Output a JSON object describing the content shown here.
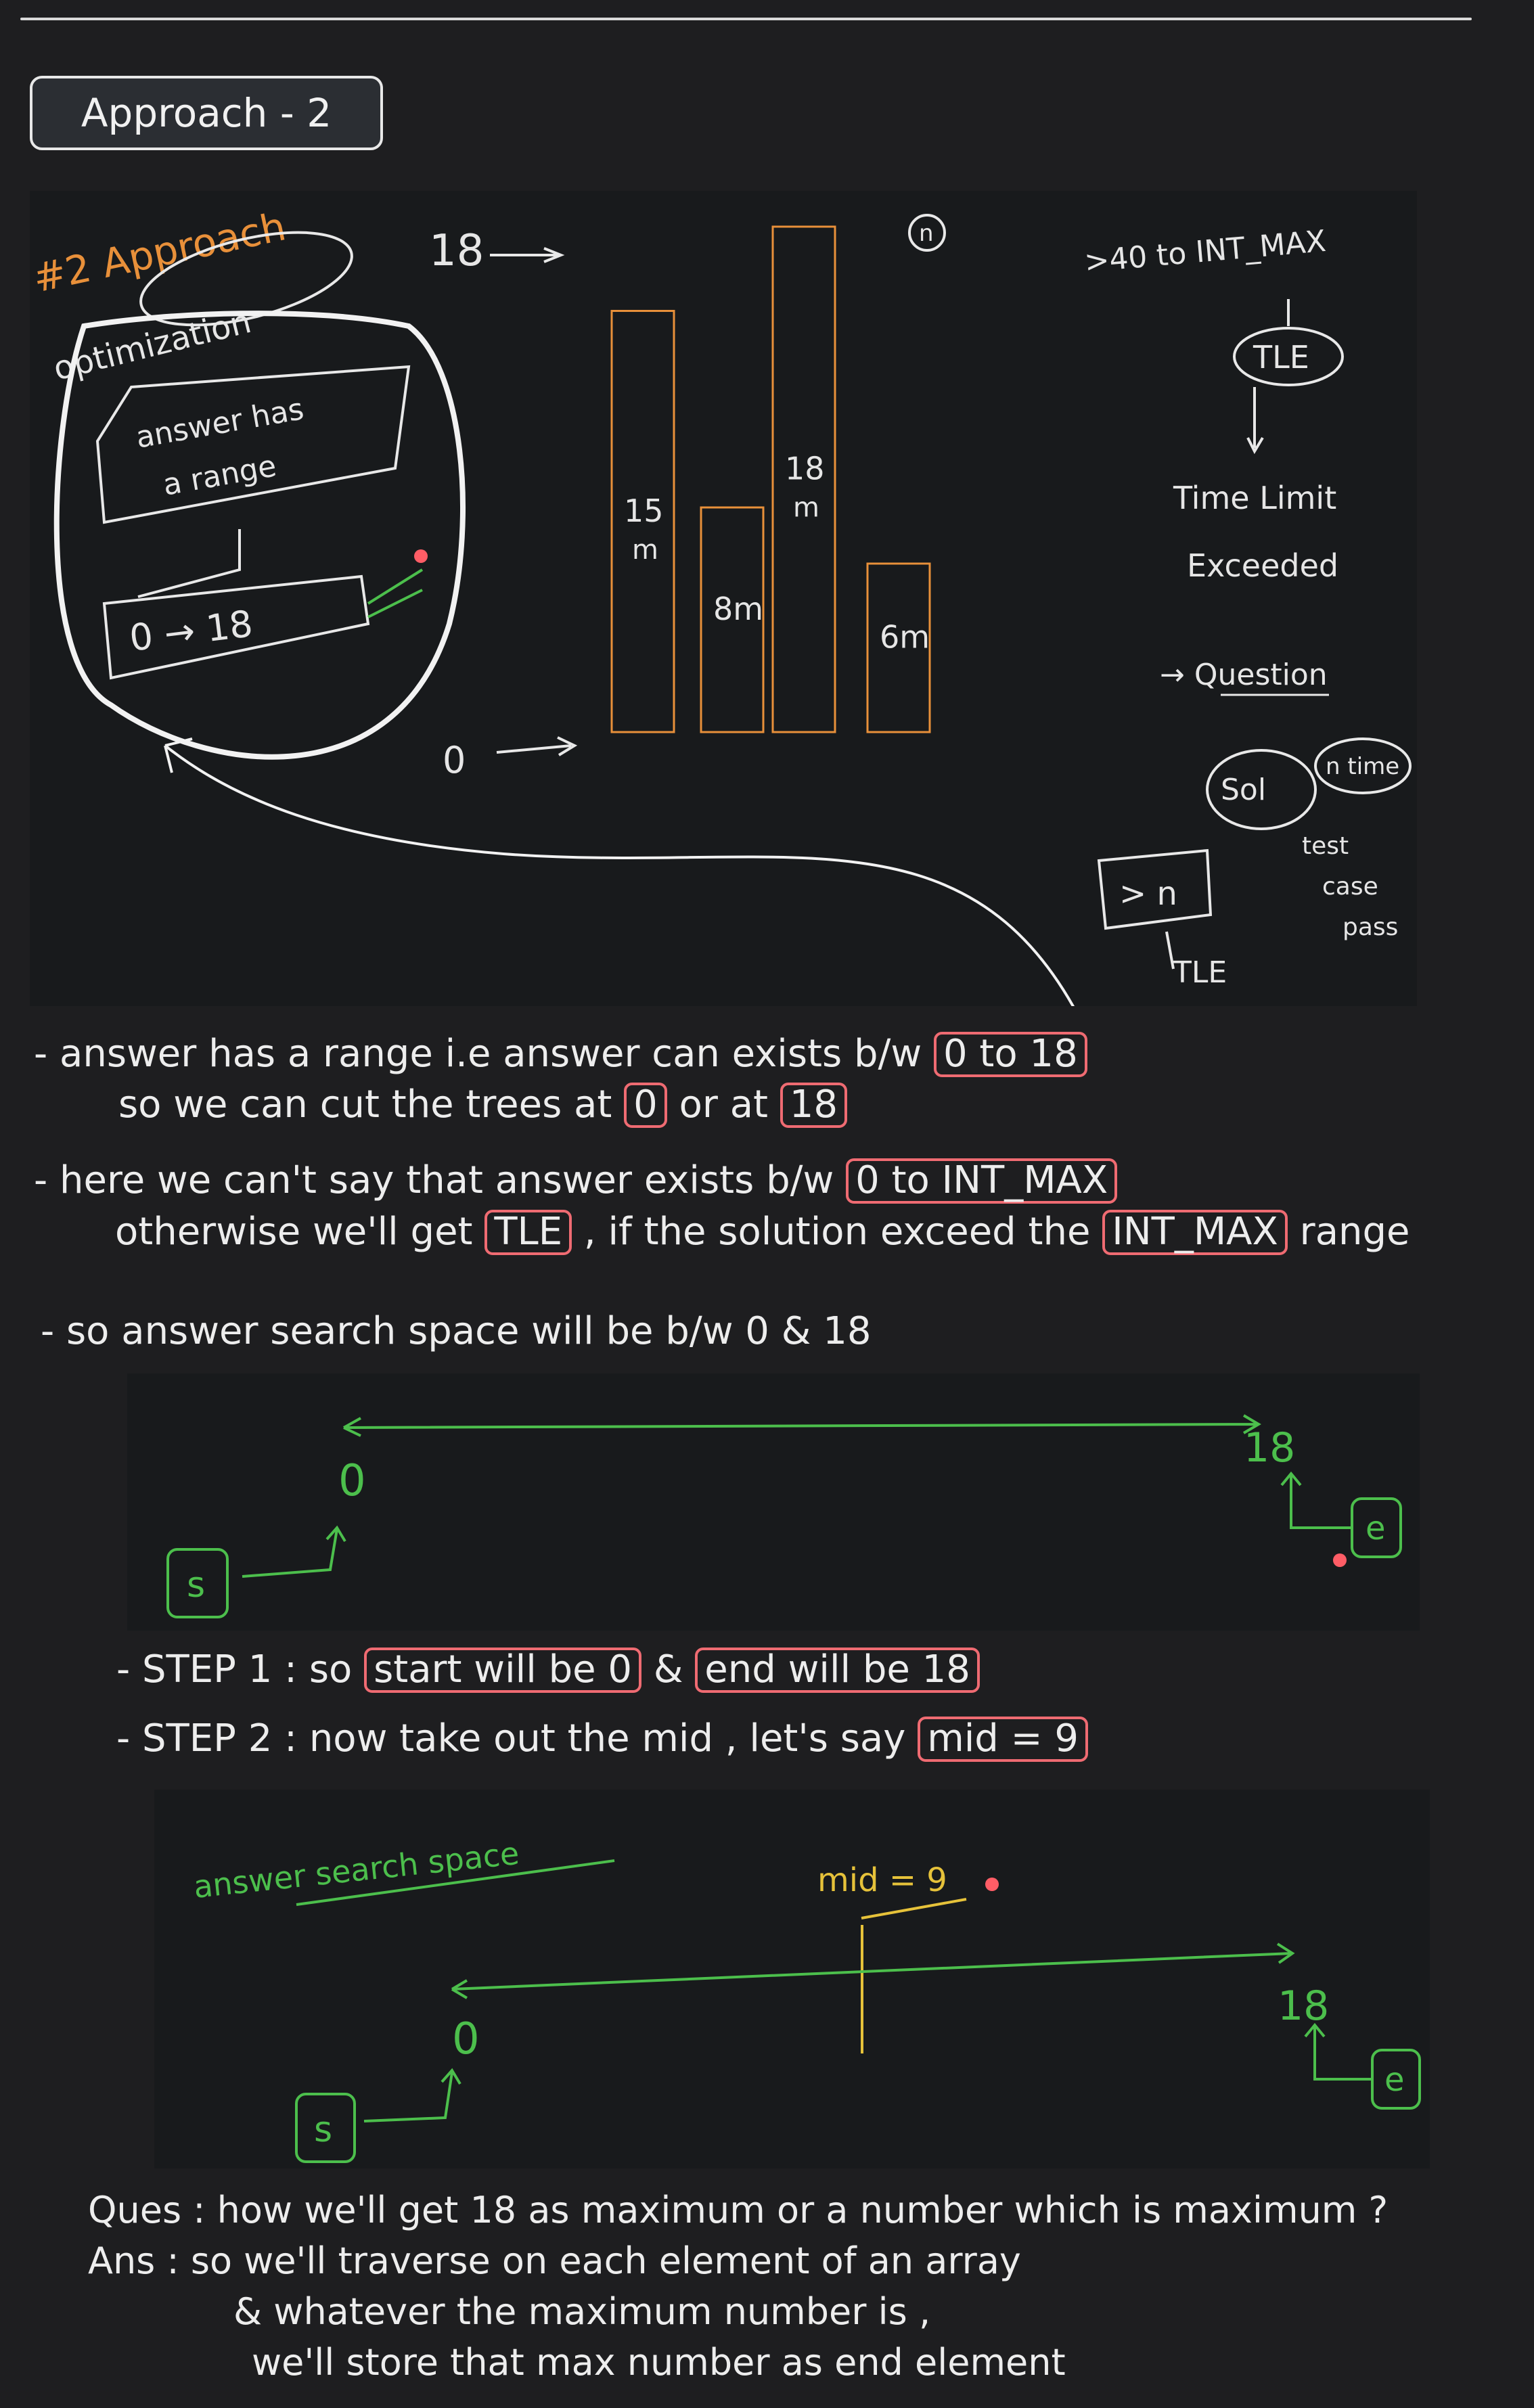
{
  "header": {
    "title": "Approach - 2"
  },
  "diagram1": {
    "approach_note": "#2 Approach",
    "optimization": "optimization",
    "range_box": [
      "answer has",
      "a range"
    ],
    "range_value": "0 → 18",
    "top_arrow_label": "18",
    "bottom_arrow_label": "0",
    "n_circle": "n",
    "bars": [
      {
        "label_top": "15",
        "label_bottom": "m",
        "value": 15
      },
      {
        "label_top": "8m",
        "label_bottom": "",
        "value": 8
      },
      {
        "label_top": "18",
        "label_bottom": "m",
        "value": 18
      },
      {
        "label_top": "6m",
        "label_bottom": "",
        "value": 6
      }
    ],
    "right_notes": {
      "range": ">40  to INT_MAX",
      "tle": "TLE",
      "tle_meaning": [
        "Time Limit",
        "Exceeded"
      ],
      "question": "→ Question",
      "sol": "Sol",
      "ntimes": "n time",
      "test_case": [
        "test",
        "case",
        "pass"
      ],
      "gt_n": "> n",
      "tle2": "TLE"
    }
  },
  "notes1": {
    "line1_prefix": "- answer has a range i.e answer can exists b/w",
    "line1_box": "0 to 18",
    "line2_prefix": "so we can cut the trees at",
    "line2_box1": "0",
    "line2_mid": "or at",
    "line2_box2": "18",
    "line3_prefix": "- here we can't say that answer exists b/w",
    "line3_box": "0 to INT_MAX",
    "line4_prefix": "otherwise we'll get",
    "line4_box1": "TLE",
    "line4_mid": ", if the solution exceed the",
    "line4_box2": "INT_MAX",
    "line4_suffix": "range",
    "line5": "- so answer search space will be b/w 0 & 18"
  },
  "diagram2": {
    "zero": "0",
    "eighteen": "18",
    "s": "s",
    "e": "e"
  },
  "steps": {
    "step1_prefix": "- STEP 1 : so",
    "step1_box1": "start will be 0",
    "step1_mid": "&",
    "step1_box2": "end will be 18",
    "step2_prefix": "- STEP 2 : now take out the mid , let's say",
    "step2_box": "mid = 9"
  },
  "diagram3": {
    "title": "answer search space",
    "mid": "mid = 9",
    "zero": "0",
    "eighteen": "18",
    "s": "s",
    "e": "e"
  },
  "qa": {
    "ques": "Ques : how we'll get 18 as maximum or a number which is maximum ?",
    "ans1": "Ans : so we'll traverse on each element of an array",
    "ans2": "& whatever the maximum number is ,",
    "ans3": "we'll store that max number as end element"
  },
  "colors": {
    "background": "#1e1e20",
    "highlight_box": "#ef6b72",
    "bar_outline": "#e8903a",
    "green": "#4cbf4c",
    "yellow": "#e6c23a"
  }
}
